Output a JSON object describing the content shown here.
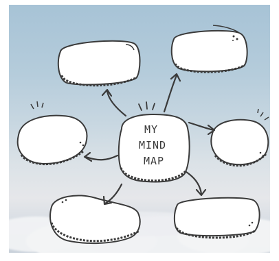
{
  "center": {
    "line1": "MY",
    "line2": "MIND",
    "line3": "MAP"
  },
  "bubbles": [
    {
      "id": "top-left",
      "text": ""
    },
    {
      "id": "top-right",
      "text": ""
    },
    {
      "id": "left",
      "text": ""
    },
    {
      "id": "right",
      "text": ""
    },
    {
      "id": "bottom-left",
      "text": ""
    },
    {
      "id": "bottom-right",
      "text": ""
    }
  ],
  "colors": {
    "stroke": "#3a3a3a",
    "bubble_fill": "#ffffff",
    "sky_top": "#a7c3d6",
    "sky_bottom": "#dbe2e7",
    "clouds": "#f1f2f4"
  },
  "icons": [
    "arrow-icon",
    "sparkle-icon"
  ]
}
